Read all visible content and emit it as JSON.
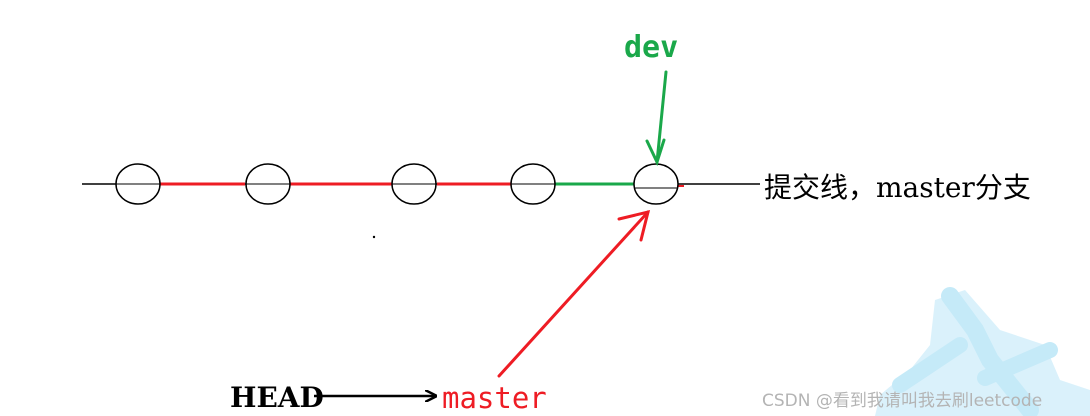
{
  "labels": {
    "dev": "dev",
    "head": "HEAD",
    "master": "master",
    "commit_line": "提交线，master分支",
    "watermark": "CSDN @看到我请叫我去刷leetcode"
  },
  "colors": {
    "red": "#ee1c24",
    "green": "#1aa84a",
    "black": "#000000",
    "watermark_blue": "#bfe8f8",
    "watermark_text": "#b4b4b4"
  }
}
